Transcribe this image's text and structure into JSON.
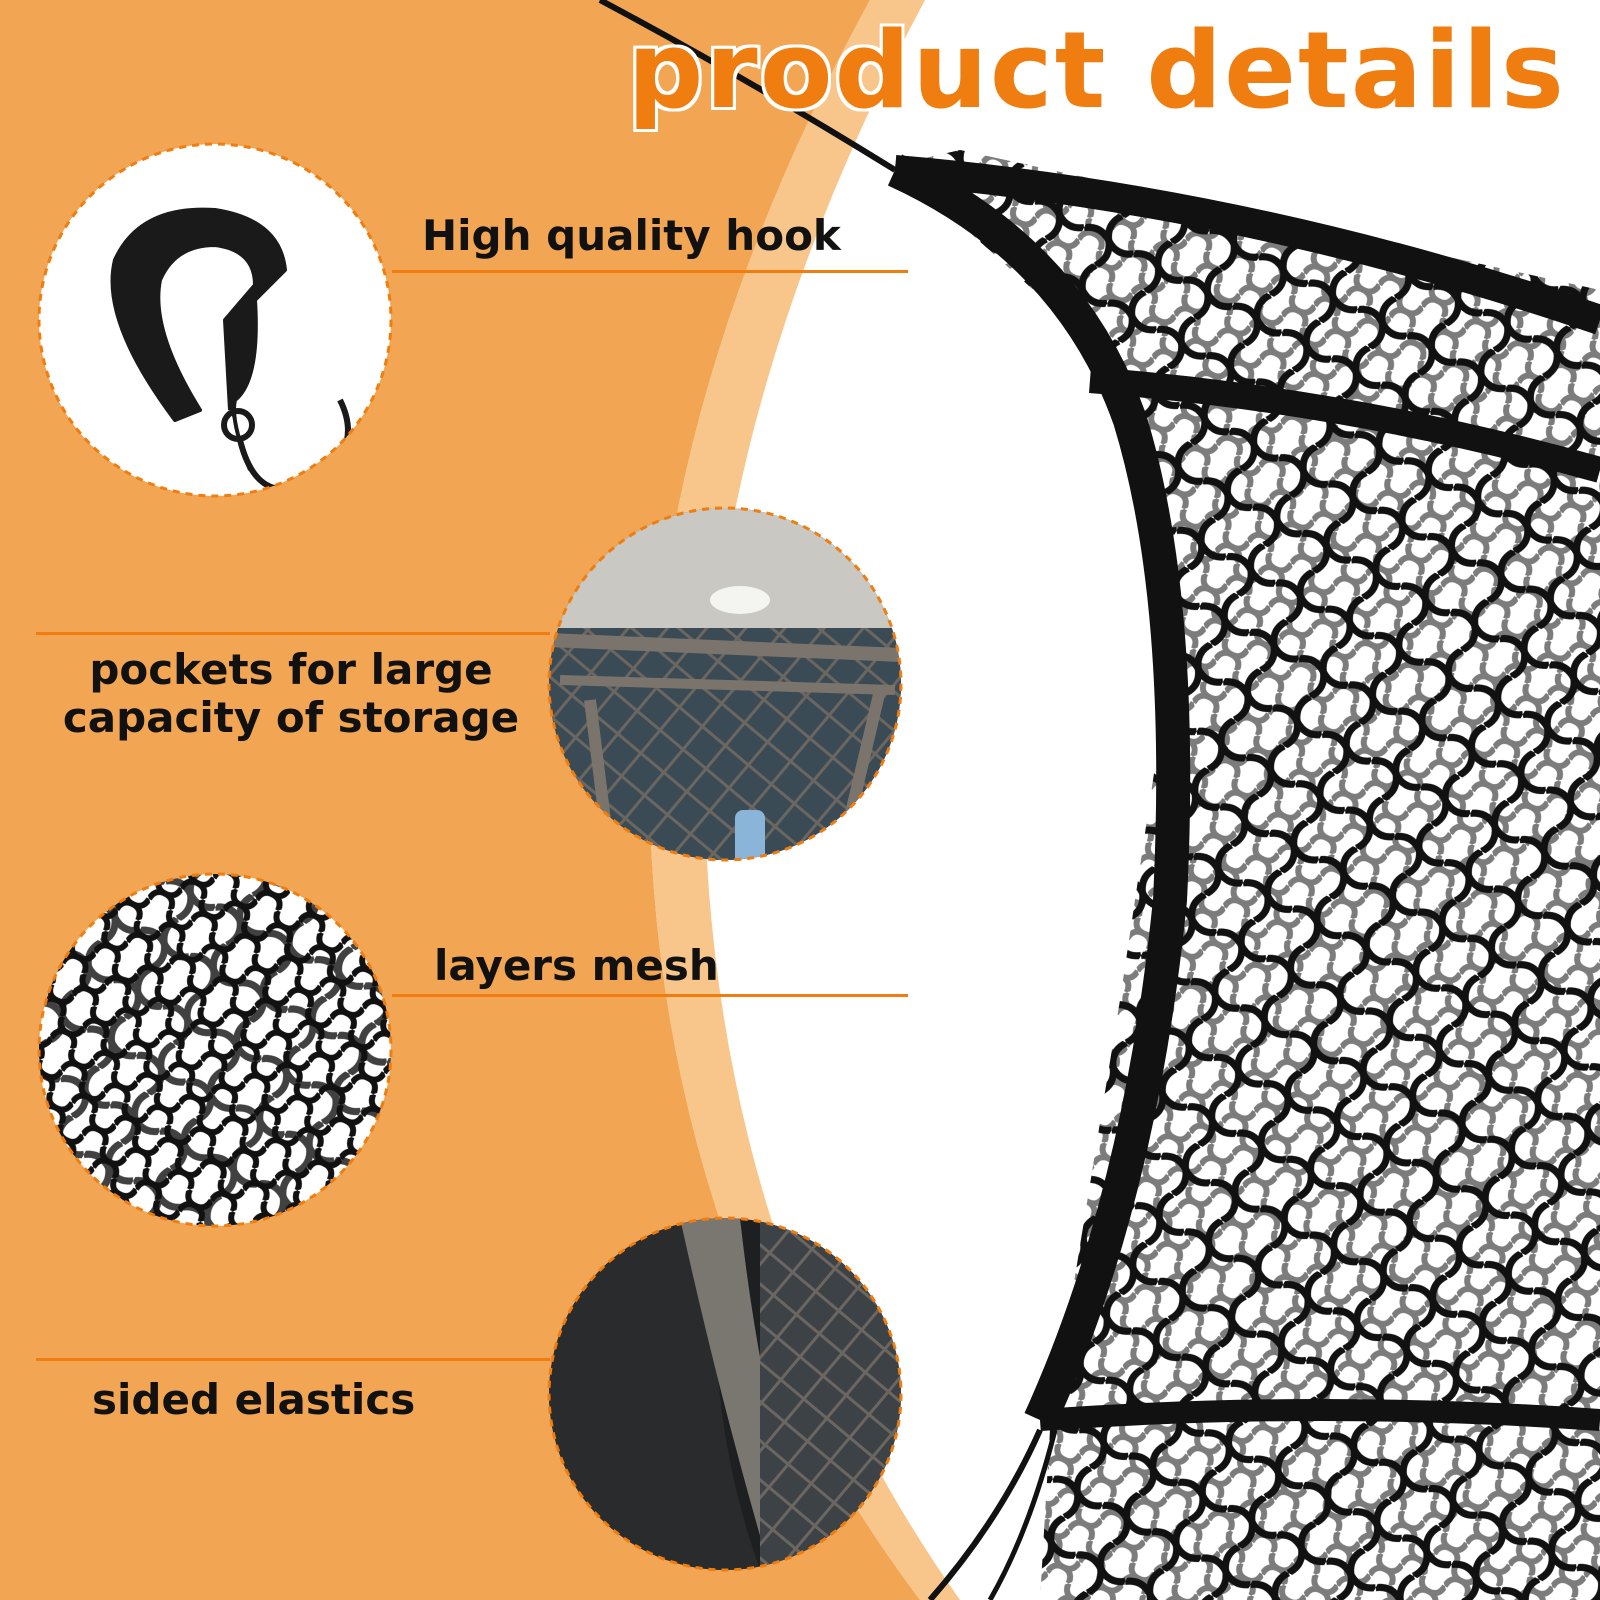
{
  "title": "product details",
  "colors": {
    "accent": "#ef7d0f",
    "panel": "#f2a653",
    "ring": "#f8c58b",
    "net": "#111111"
  },
  "features": [
    {
      "label": "High quality hook",
      "icon": "hook-icon"
    },
    {
      "label_line1": "pockets for large",
      "label_line2": "capacity of storage",
      "icon": "pocket-icon"
    },
    {
      "label": "layers mesh",
      "icon": "mesh-icon"
    },
    {
      "label": "sided elastics",
      "icon": "elastic-icon"
    }
  ]
}
